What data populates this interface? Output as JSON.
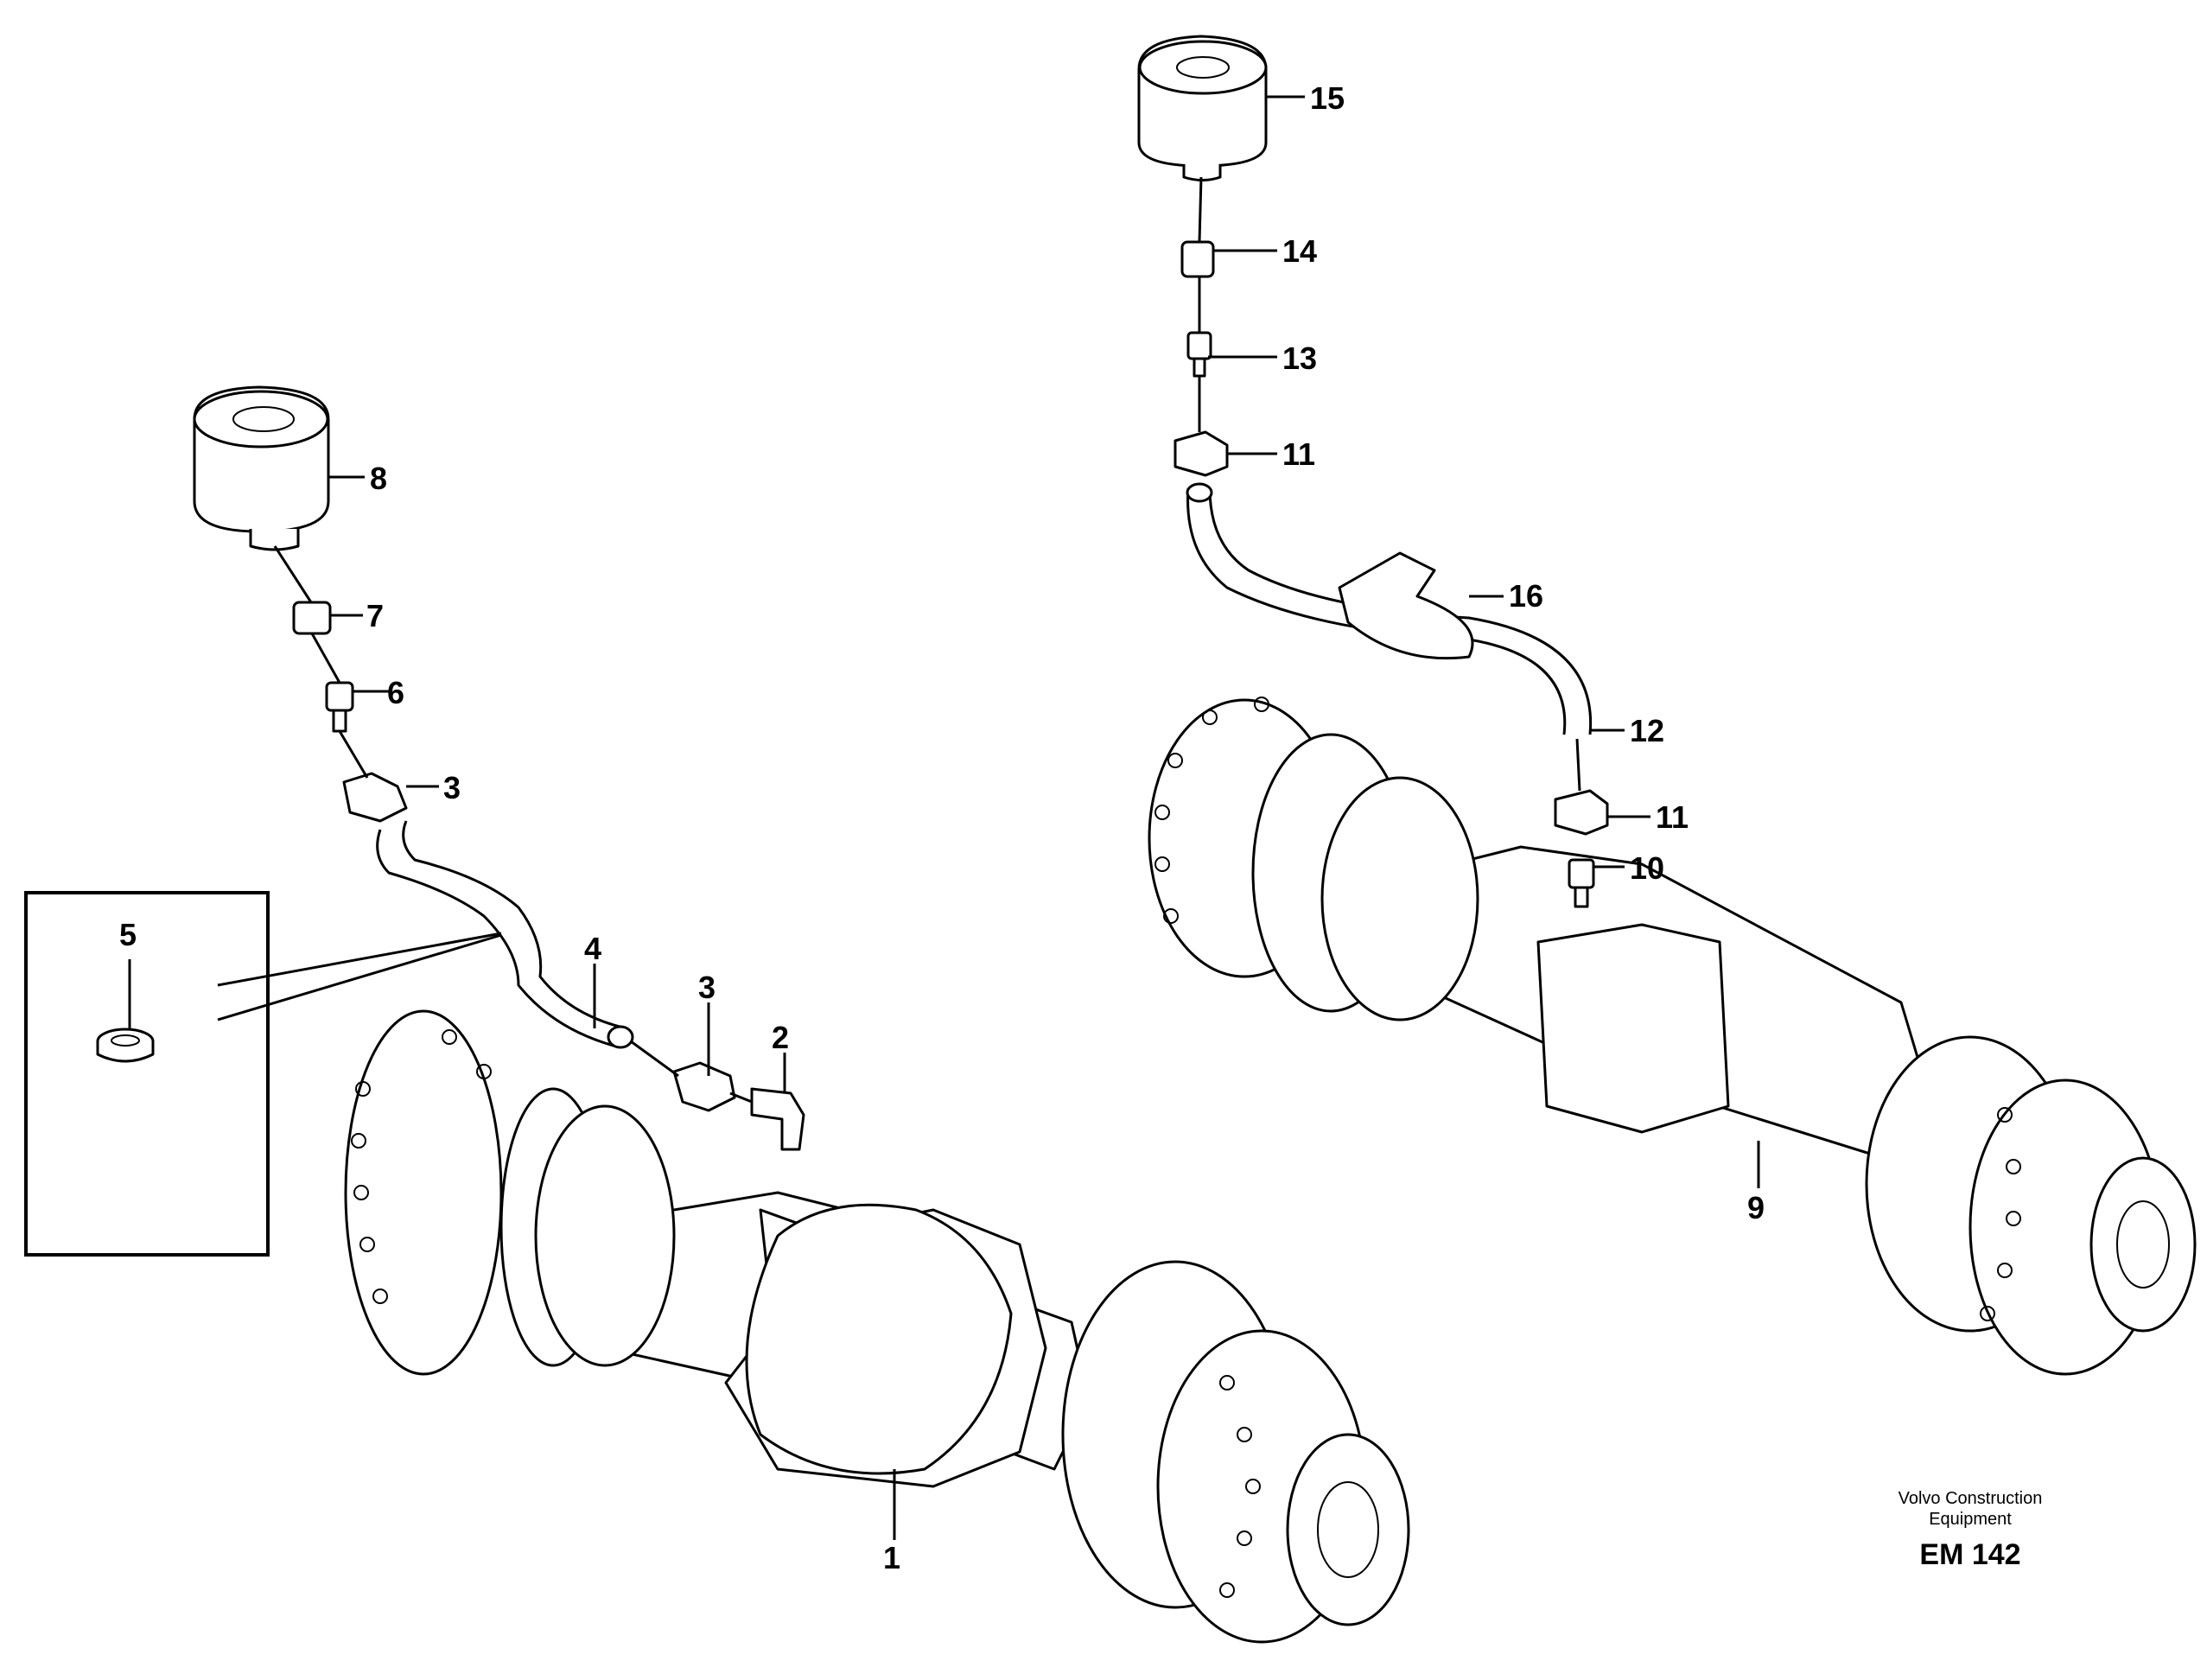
{
  "callouts": [
    "1",
    "2",
    "3",
    "3",
    "4",
    "5",
    "6",
    "7",
    "8",
    "9",
    "10",
    "11",
    "11",
    "12",
    "13",
    "14",
    "15",
    "16"
  ],
  "credit": {
    "line1": "Volvo Construction",
    "line2": "Equipment",
    "code": "EM 142"
  }
}
